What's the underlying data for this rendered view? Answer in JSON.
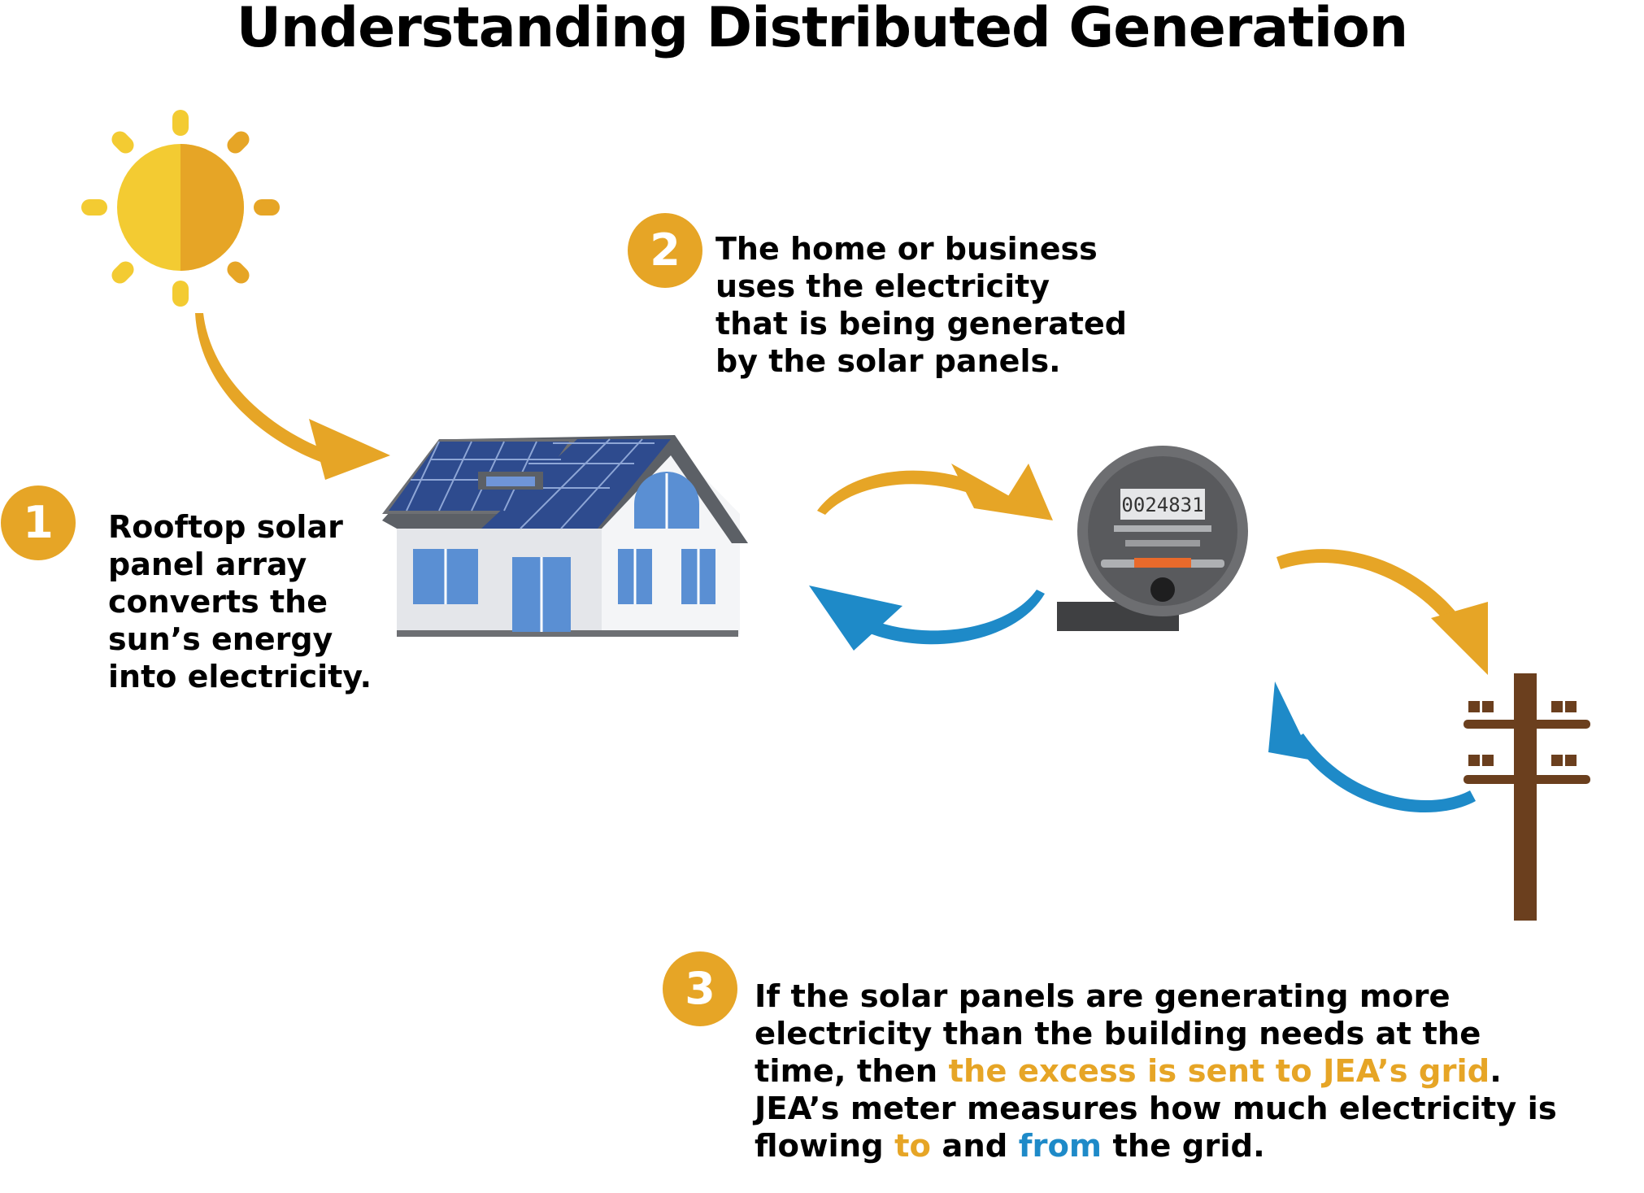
{
  "title": "Understanding Distributed Generation",
  "colors": {
    "accent_orange": "#E6A526",
    "accent_blue": "#1E8AC8",
    "sun_light": "#F3CB32",
    "sun_dark": "#E6A526",
    "pole_brown": "#6B3F1E",
    "meter_gray": "#6D6E71",
    "panel_blue": "#3A57A3",
    "window_blue": "#5A8FD3"
  },
  "steps": [
    {
      "number": "1",
      "lines": [
        "Rooftop solar",
        "panel array",
        "converts the",
        "sun’s energy",
        "into electricity."
      ]
    },
    {
      "number": "2",
      "lines": [
        "The home or business",
        "uses the electricity",
        "that is being generated",
        "by the solar panels."
      ]
    },
    {
      "number": "3",
      "text_a": "If the solar panels are generating more electricity than the building needs at the time, then ",
      "text_b": "the excess is sent to JEA’s grid",
      "text_c": ". JEA’s meter measures how much electricity is flowing ",
      "text_d": "to",
      "text_e": " and ",
      "text_f": "from",
      "text_g": " the grid."
    }
  ],
  "meter": {
    "reading": "0024831"
  },
  "icons": [
    "sun-icon",
    "house-icon",
    "meter-icon",
    "utility-pole-icon"
  ]
}
